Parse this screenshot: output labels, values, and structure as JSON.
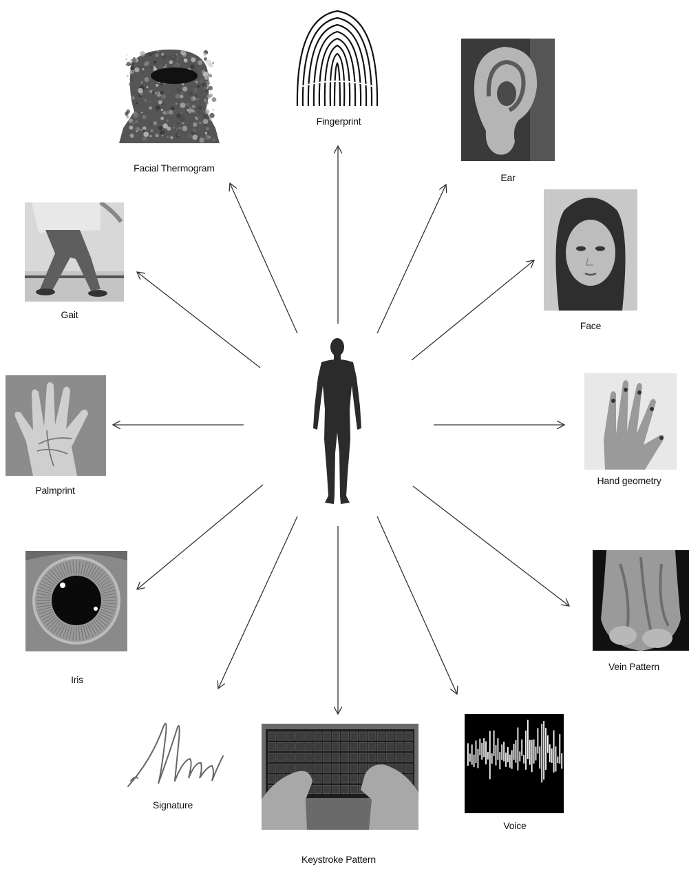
{
  "traits": [
    {
      "id": "fingerprint",
      "label": "Fingerprint",
      "image_icon": "fingerprint-image"
    },
    {
      "id": "ear",
      "label": "Ear",
      "image_icon": "ear-image"
    },
    {
      "id": "face",
      "label": "Face",
      "image_icon": "face-image"
    },
    {
      "id": "hand-geometry",
      "label": "Hand geometry",
      "image_icon": "hand-image"
    },
    {
      "id": "vein-pattern",
      "label": "Vein Pattern",
      "image_icon": "vein-image"
    },
    {
      "id": "voice",
      "label": "Voice",
      "image_icon": "voice-waveform-image"
    },
    {
      "id": "keystroke-pattern",
      "label": "Keystroke Pattern",
      "image_icon": "keyboard-image"
    },
    {
      "id": "signature",
      "label": "Signature",
      "image_icon": "signature-image"
    },
    {
      "id": "iris",
      "label": "Iris",
      "image_icon": "eye-image"
    },
    {
      "id": "palmprint",
      "label": "Palmprint",
      "image_icon": "palm-image"
    },
    {
      "id": "gait",
      "label": "Gait",
      "image_icon": "walking-legs-image"
    },
    {
      "id": "facial-thermogram",
      "label": "Facial Thermogram",
      "image_icon": "thermogram-image"
    }
  ],
  "center": {
    "icon": "human-silhouette-icon"
  },
  "colors": {
    "arrow": "#333333",
    "label": "#111111",
    "background": "#ffffff"
  }
}
